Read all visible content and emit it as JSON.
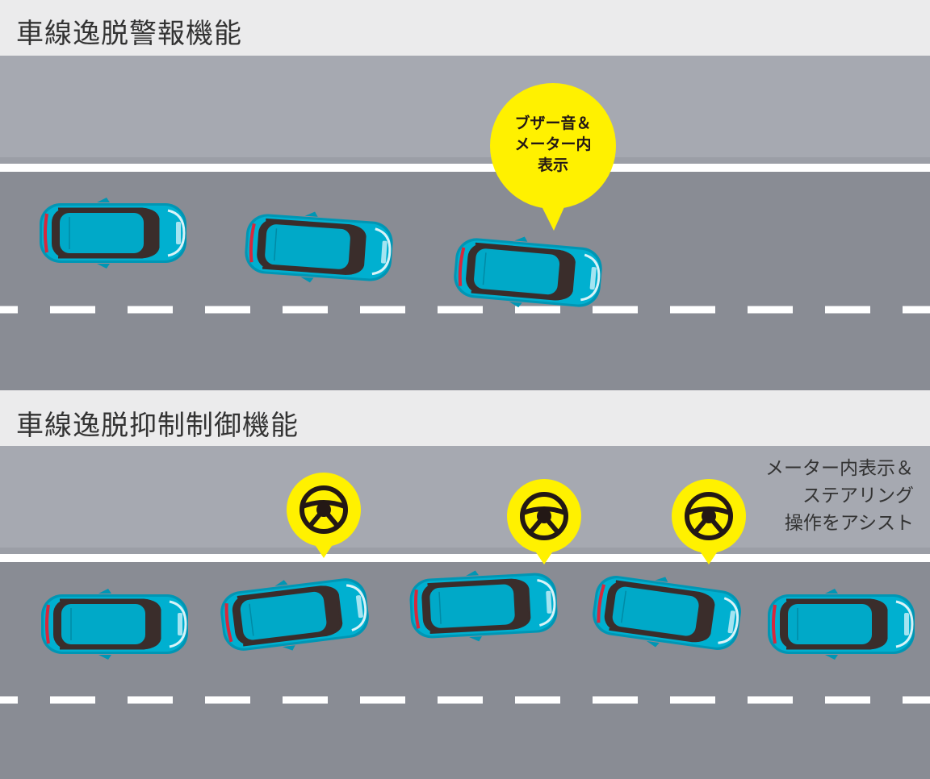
{
  "sections": [
    {
      "title": "車線逸脱警報機能",
      "bubble": {
        "lines": [
          "ブザー音＆",
          "メーター内",
          "表示"
        ]
      }
    },
    {
      "title": "車線逸脱抑制制御機能",
      "note": {
        "lines": [
          "メーター内表示＆",
          "ステアリング",
          "操作をアシスト"
        ]
      }
    }
  ],
  "colors": {
    "background": "#ebebec",
    "shoulder": "#a6a9b1",
    "road": "#898c94",
    "lane_marking": "#ffffff",
    "car_body": "#00b0d0",
    "car_roof": "#3a2d2b",
    "bubble": "#fff100",
    "icon": "#231815"
  },
  "icons": [
    "steering-wheel-icon"
  ]
}
